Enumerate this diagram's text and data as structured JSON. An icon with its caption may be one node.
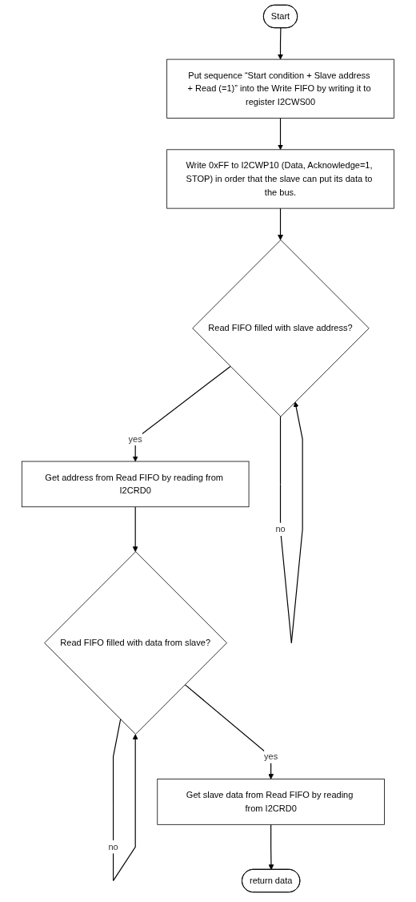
{
  "diagram": {
    "nodes": [
      {
        "text": [
          "Start"
        ]
      },
      {
        "text": [
          "Put sequence “Start condition + Slave address + Read (=1)” into the Write FIFO by writing it to register I2CWS00"
        ]
      },
      {
        "text": [
          "Write 0xFF to I2CWP10 (Data, Acknowledge=1, STOP) in order that the slave can put its data to the bus."
        ]
      },
      {
        "text": [
          "Read FIFO filled with slave address?"
        ]
      },
      {
        "text": [
          "Get address from Read FIFO by reading from I2CRD0"
        ]
      },
      {
        "text": [
          "Read FIFO filled with data from slave?"
        ]
      },
      {
        "text": [
          "Get slave data from Read FIFO by reading from I2CRD0"
        ]
      },
      {
        "text": [
          "return data"
        ]
      }
    ],
    "edges": [
      {
        "from": 0,
        "to": 1,
        "arrow": "to"
      },
      {
        "from": 1,
        "to": 2,
        "arrow": "to"
      },
      {
        "from": 2,
        "to": 3,
        "arrow": "to"
      },
      {
        "from": 3,
        "to": 3,
        "arrow": "to",
        "label": "no"
      },
      {
        "from": 3,
        "to": 4,
        "arrow": "to",
        "label": "yes"
      },
      {
        "from": 4,
        "to": 5,
        "arrow": "to"
      },
      {
        "from": 5,
        "to": 5,
        "arrow": "to",
        "label": "no"
      },
      {
        "from": 5,
        "to": 6,
        "arrow": "to",
        "label": "yes"
      },
      {
        "from": 6,
        "to": 7,
        "arrow": "to"
      }
    ]
  }
}
